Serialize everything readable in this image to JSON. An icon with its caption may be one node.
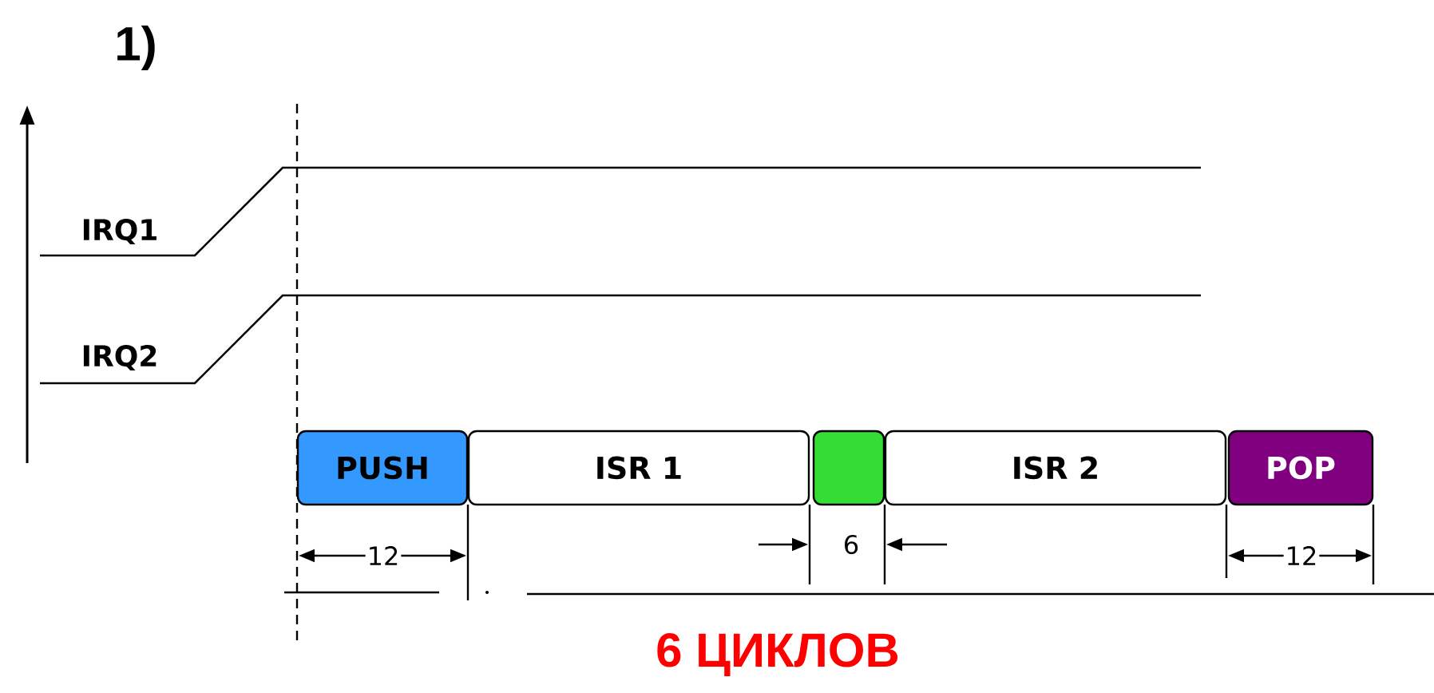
{
  "diagram": {
    "title": "1)",
    "nodes": [
      {
        "text": [
          "PUSH"
        ]
      },
      {
        "text": [
          "ISR 1"
        ]
      },
      {
        "text": [],
        "shape": "box"
      },
      {
        "text": [
          "ISR 2"
        ]
      },
      {
        "text": [
          "POP"
        ]
      }
    ],
    "labels": [
      "IRQ1",
      "IRQ2",
      "12",
      "6",
      "12",
      "6 ЦИКЛОВ"
    ]
  }
}
